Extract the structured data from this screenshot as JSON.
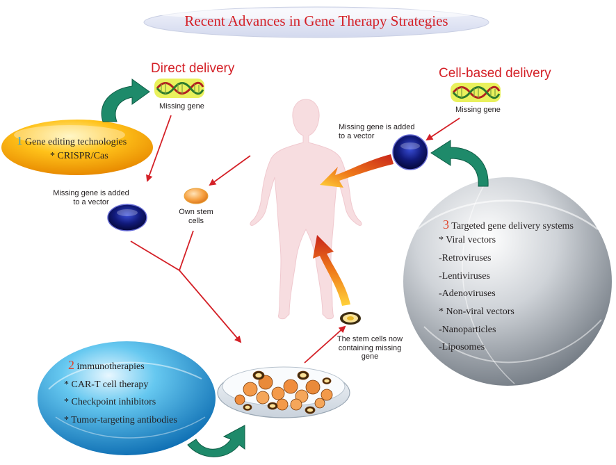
{
  "title": "Recent Advances in Gene Therapy Strategies",
  "direct": {
    "heading": "Direct delivery",
    "gene_label": "Missing gene",
    "vector_label_1": "Missing gene is added",
    "vector_label_2": "to a vector"
  },
  "cell": {
    "heading": "Cell-based delivery",
    "gene_label": "Missing gene",
    "vector_label_1": "Missing gene is added",
    "vector_label_2": "to a vector"
  },
  "stem": {
    "label_1": "Own stem",
    "label_2": "cells"
  },
  "stem_now": {
    "label_1": "The stem cells now",
    "label_2": "containing missing",
    "label_3": "gene"
  },
  "box1": {
    "number": "1",
    "title": "Gene editing technologies",
    "items": [
      "* CRISPR/Cas"
    ]
  },
  "box2": {
    "number": "2",
    "title": "immunotherapies",
    "items": [
      "* CAR-T cell therapy",
      "* Checkpoint inhibitors",
      "* Tumor-targeting antibodies"
    ]
  },
  "box3": {
    "number": "3",
    "title": "Targeted gene delivery systems",
    "items": [
      "*  Viral vectors",
      "-Retroviruses",
      "-Lentiviruses",
      "-Adenoviruses",
      "*  Non-viral vectors",
      "-Nanoparticles",
      "-Liposomes"
    ]
  },
  "colors": {
    "accent_red": "#d42027",
    "number_blue": "#2aa3dc",
    "number_orange": "#e0442b",
    "teal_arrow": "#1e8a6a",
    "body_pink": "#f7dde0"
  }
}
